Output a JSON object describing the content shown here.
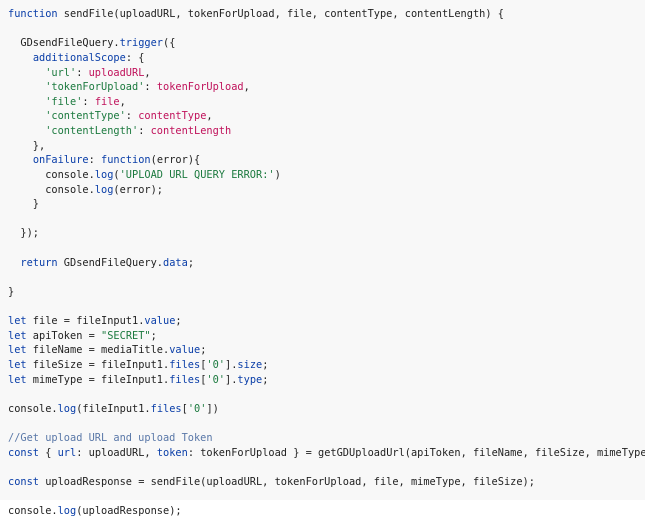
{
  "code": {
    "lines": [
      [
        {
          "t": "kw",
          "v": "function"
        },
        {
          "t": "pl",
          "v": " sendFile(uploadURL, tokenForUpload, file, contentType, contentLength) {"
        }
      ],
      [],
      [
        {
          "t": "pl",
          "v": "  GDsendFileQuery."
        },
        {
          "t": "prop",
          "v": "trigger"
        },
        {
          "t": "pl",
          "v": "({"
        }
      ],
      [
        {
          "t": "pl",
          "v": "    "
        },
        {
          "t": "prop",
          "v": "additionalScope"
        },
        {
          "t": "pl",
          "v": ": {"
        }
      ],
      [
        {
          "t": "pl",
          "v": "      "
        },
        {
          "t": "str",
          "v": "'url'"
        },
        {
          "t": "pl",
          "v": ": "
        },
        {
          "t": "var",
          "v": "uploadURL"
        },
        {
          "t": "pl",
          "v": ","
        }
      ],
      [
        {
          "t": "pl",
          "v": "      "
        },
        {
          "t": "str",
          "v": "'tokenForUpload'"
        },
        {
          "t": "pl",
          "v": ": "
        },
        {
          "t": "var",
          "v": "tokenForUpload"
        },
        {
          "t": "pl",
          "v": ","
        }
      ],
      [
        {
          "t": "pl",
          "v": "      "
        },
        {
          "t": "str",
          "v": "'file'"
        },
        {
          "t": "pl",
          "v": ": "
        },
        {
          "t": "var",
          "v": "file"
        },
        {
          "t": "pl",
          "v": ","
        }
      ],
      [
        {
          "t": "pl",
          "v": "      "
        },
        {
          "t": "str",
          "v": "'contentType'"
        },
        {
          "t": "pl",
          "v": ": "
        },
        {
          "t": "var",
          "v": "contentType"
        },
        {
          "t": "pl",
          "v": ","
        }
      ],
      [
        {
          "t": "pl",
          "v": "      "
        },
        {
          "t": "str",
          "v": "'contentLength'"
        },
        {
          "t": "pl",
          "v": ": "
        },
        {
          "t": "var",
          "v": "contentLength"
        }
      ],
      [
        {
          "t": "pl",
          "v": "    },"
        }
      ],
      [
        {
          "t": "pl",
          "v": "    "
        },
        {
          "t": "prop",
          "v": "onFailure"
        },
        {
          "t": "pl",
          "v": ": "
        },
        {
          "t": "kw",
          "v": "function"
        },
        {
          "t": "pl",
          "v": "(error){"
        }
      ],
      [
        {
          "t": "pl",
          "v": "      console."
        },
        {
          "t": "prop",
          "v": "log"
        },
        {
          "t": "pl",
          "v": "("
        },
        {
          "t": "str",
          "v": "'UPLOAD URL QUERY ERROR:'"
        },
        {
          "t": "pl",
          "v": ")"
        }
      ],
      [
        {
          "t": "pl",
          "v": "      console."
        },
        {
          "t": "prop",
          "v": "log"
        },
        {
          "t": "pl",
          "v": "(error);"
        }
      ],
      [
        {
          "t": "pl",
          "v": "    }"
        }
      ],
      [],
      [
        {
          "t": "pl",
          "v": "  });"
        }
      ],
      [],
      [
        {
          "t": "pl",
          "v": "  "
        },
        {
          "t": "kw",
          "v": "return"
        },
        {
          "t": "pl",
          "v": " GDsendFileQuery."
        },
        {
          "t": "prop",
          "v": "data"
        },
        {
          "t": "pl",
          "v": ";"
        }
      ],
      [],
      [
        {
          "t": "pl",
          "v": "}"
        }
      ],
      [],
      [
        {
          "t": "kw",
          "v": "let"
        },
        {
          "t": "pl",
          "v": " file = fileInput1."
        },
        {
          "t": "prop",
          "v": "value"
        },
        {
          "t": "pl",
          "v": ";"
        }
      ],
      [
        {
          "t": "kw",
          "v": "let"
        },
        {
          "t": "pl",
          "v": " apiToken = "
        },
        {
          "t": "str",
          "v": "\"SECRET\""
        },
        {
          "t": "pl",
          "v": ";"
        }
      ],
      [
        {
          "t": "kw",
          "v": "let"
        },
        {
          "t": "pl",
          "v": " fileName = mediaTitle."
        },
        {
          "t": "prop",
          "v": "value"
        },
        {
          "t": "pl",
          "v": ";"
        }
      ],
      [
        {
          "t": "kw",
          "v": "let"
        },
        {
          "t": "pl",
          "v": " fileSize = fileInput1."
        },
        {
          "t": "prop",
          "v": "files"
        },
        {
          "t": "pl",
          "v": "["
        },
        {
          "t": "str",
          "v": "'0'"
        },
        {
          "t": "pl",
          "v": "]."
        },
        {
          "t": "prop",
          "v": "size"
        },
        {
          "t": "pl",
          "v": ";"
        }
      ],
      [
        {
          "t": "kw",
          "v": "let"
        },
        {
          "t": "pl",
          "v": " mimeType = fileInput1."
        },
        {
          "t": "prop",
          "v": "files"
        },
        {
          "t": "pl",
          "v": "["
        },
        {
          "t": "str",
          "v": "'0'"
        },
        {
          "t": "pl",
          "v": "]."
        },
        {
          "t": "prop",
          "v": "type"
        },
        {
          "t": "pl",
          "v": ";"
        }
      ],
      [],
      [
        {
          "t": "pl",
          "v": "console."
        },
        {
          "t": "prop",
          "v": "log"
        },
        {
          "t": "pl",
          "v": "(fileInput1."
        },
        {
          "t": "prop",
          "v": "files"
        },
        {
          "t": "pl",
          "v": "["
        },
        {
          "t": "str",
          "v": "'0'"
        },
        {
          "t": "pl",
          "v": "])"
        }
      ],
      [],
      [
        {
          "t": "com",
          "v": "//Get upload URL and upload Token"
        }
      ],
      [
        {
          "t": "kw",
          "v": "const"
        },
        {
          "t": "pl",
          "v": " { "
        },
        {
          "t": "prop",
          "v": "url"
        },
        {
          "t": "pl",
          "v": ": uploadURL, "
        },
        {
          "t": "prop",
          "v": "token"
        },
        {
          "t": "pl",
          "v": ": tokenForUpload } = getGDUploadUrl(apiToken, fileName, fileSize, mimeType);"
        }
      ],
      [],
      [
        {
          "t": "kw",
          "v": "const"
        },
        {
          "t": "pl",
          "v": " uploadResponse = sendFile(uploadURL, tokenForUpload, file, mimeType, fileSize);"
        }
      ],
      [],
      [
        {
          "t": "pl",
          "v": "console."
        },
        {
          "t": "prop",
          "v": "log"
        },
        {
          "t": "pl",
          "v": "(uploadResponse);"
        }
      ]
    ]
  }
}
